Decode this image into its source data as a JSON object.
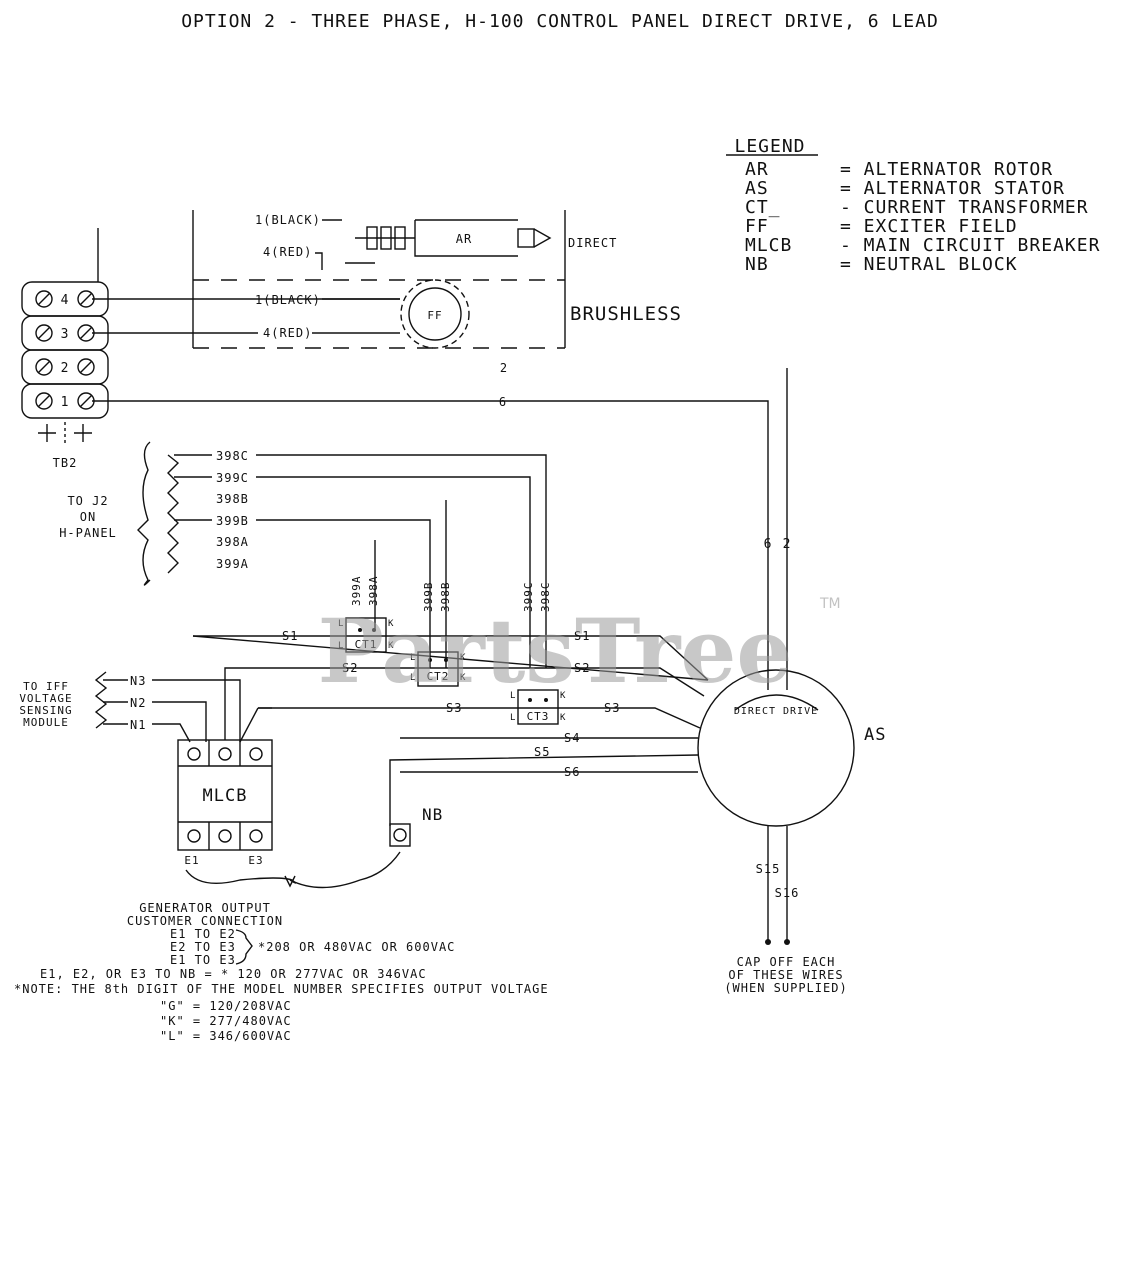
{
  "title": "OPTION 2 - THREE PHASE, H-100 CONTROL PANEL DIRECT DRIVE, 6 LEAD",
  "watermark": "PartsTree",
  "watermark_tm": "TM",
  "legend": {
    "heading": "LEGEND",
    "items": [
      {
        "code": "AR",
        "desc": "= ALTERNATOR ROTOR"
      },
      {
        "code": "AS",
        "desc": "= ALTERNATOR STATOR"
      },
      {
        "code": "CT_",
        "desc": "- CURRENT TRANSFORMER"
      },
      {
        "code": "FF",
        "desc": "= EXCITER FIELD"
      },
      {
        "code": "MLCB",
        "desc": "- MAIN CIRCUIT BREAKER"
      },
      {
        "code": "NB",
        "desc": "= NEUTRAL BLOCK"
      }
    ]
  },
  "top_section": {
    "black_top": "1(BLACK)",
    "red_top": "4(RED)",
    "rotor": "AR",
    "direct": "DIRECT",
    "black_bottom": "1(BLACK)",
    "red_bottom": "4(RED)",
    "exciter": "FF",
    "brushless": "BRUSHLESS",
    "wire_2": "2",
    "wire_6": "6"
  },
  "terminal_block": {
    "label": "TB2",
    "terminals": [
      "4",
      "3",
      "2",
      "1"
    ]
  },
  "h_panel": {
    "label": "TO J2\nON\nH-PANEL",
    "wires": [
      "398C",
      "399C",
      "398B",
      "399B",
      "398A",
      "399A"
    ]
  },
  "vertical_wire_labels": [
    "399A",
    "398A",
    "399B",
    "398B",
    "399C",
    "398C"
  ],
  "stator_leads": {
    "s1": "S1",
    "s2": "S2",
    "s3": "S3",
    "s4": "S4",
    "s5": "S5",
    "s6": "S6",
    "s15": "S15",
    "s16": "S16",
    "six": "6",
    "two": "2"
  },
  "ct": {
    "ct1": "CT1",
    "ct2": "CT2",
    "ct3": "CT3",
    "l": "L",
    "k": "K"
  },
  "voltage_module": {
    "label": "TO IFF\nVOLTAGE\nSENSING\nMODULE",
    "n3": "N3",
    "n2": "N2",
    "n1": "N1"
  },
  "mlcb": {
    "label": "MLCB",
    "e1": "E1",
    "e3": "E3"
  },
  "stator": {
    "direct_drive": "DIRECT DRIVE",
    "label": "AS"
  },
  "nb_label": "NB",
  "notes": {
    "customer": [
      "GENERATOR OUTPUT",
      "CUSTOMER CONNECTION"
    ],
    "pairs": [
      "E1 TO E2",
      "E2 TO E3",
      "E1 TO E3"
    ],
    "line_voltage": "*208 OR 480VAC OR 600VAC",
    "neutral": "E1, E2, OR E3 TO NB = * 120 OR 277VAC OR 346VAC",
    "note": "*NOTE: THE 8th DIGIT OF THE MODEL NUMBER SPECIFIES OUTPUT VOLTAGE",
    "g": "\"G\" = 120/208VAC",
    "k": "\"K\" = 277/480VAC",
    "l": "\"L\" = 346/600VAC"
  },
  "cap_off": [
    "CAP OFF EACH",
    "OF THESE WIRES",
    "(WHEN SUPPLIED)"
  ]
}
